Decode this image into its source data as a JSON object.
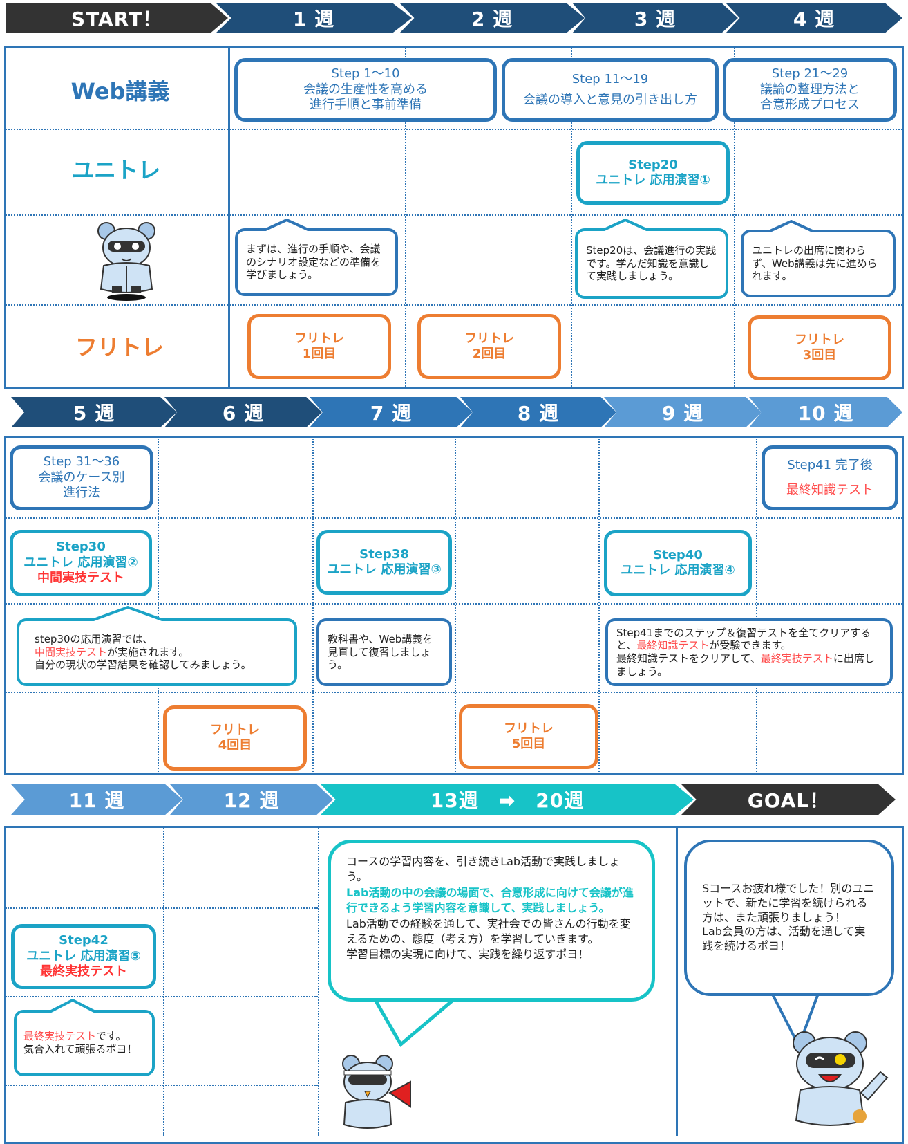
{
  "row1": {
    "chevrons": [
      "START！",
      "1 週",
      "2 週",
      "3 週",
      "4 週"
    ],
    "labels": {
      "web": "Web講義",
      "uni": "ユニトレ",
      "fri": "フリトレ"
    },
    "web": [
      {
        "l1": "Step 1～10",
        "l2": "会議の生産性を高める",
        "l3": "進行手順と事前準備"
      },
      {
        "l1": "Step 11～19",
        "l2": "会議の導入と意見の引き出し方"
      },
      {
        "l1": "Step 21～29",
        "l2": "議論の整理方法と",
        "l3": "合意形成プロセス"
      }
    ],
    "uni": {
      "l1": "Step20",
      "l2": "ユニトレ 応用演習①"
    },
    "bubbles": [
      "まずは、進行の手順や、会議のシナリオ設定などの準備を学びましょう。",
      "Step20は、会議進行の実践です。学んだ知識を意識して実践しましょう。",
      "ユニトレの出席に関わらず、Web講義は先に進められます。"
    ],
    "fri": [
      {
        "l1": "フリトレ",
        "l2": "1回目"
      },
      {
        "l1": "フリトレ",
        "l2": "2回目"
      },
      {
        "l1": "フリトレ",
        "l2": "3回目"
      }
    ]
  },
  "row2": {
    "chevrons": [
      "5 週",
      "6 週",
      "7 週",
      "8 週",
      "9 週",
      "10 週"
    ],
    "web1": {
      "l1": "Step 31～36",
      "l2": "会議のケース別",
      "l3": "進行法"
    },
    "web2": {
      "l1": "Step41 完了後",
      "l2": "最終知識テスト"
    },
    "uni": [
      {
        "l1": "Step30",
        "l2": "ユニトレ 応用演習②",
        "l3": "中間実技テスト"
      },
      {
        "l1": "Step38",
        "l2": "ユニトレ 応用演習③"
      },
      {
        "l1": "Step40",
        "l2": "ユニトレ 応用演習④"
      }
    ],
    "bubble1": {
      "a": "step30の応用演習では、",
      "b": "中間実技テスト",
      "c": "が実施されます。",
      "d": "自分の現状の学習結果を確認してみましょう。"
    },
    "bubble2": "教科書や、Web講義を見直して復習しましょう。",
    "bubble3": {
      "a": "Step41までのステップ＆復習テストを全てクリアすると、",
      "b": "最終知識テスト",
      "c": "が受験できます。",
      "d": "最終知識テストをクリアして、",
      "e": "最終実技テスト",
      "f": "に出席しましょう。"
    },
    "fri": [
      {
        "l1": "フリトレ",
        "l2": "4回目"
      },
      {
        "l1": "フリトレ",
        "l2": "5回目"
      }
    ]
  },
  "row3": {
    "chevrons": [
      "11 週",
      "12 週",
      "13週　➡　20週",
      "GOAL！"
    ],
    "uni": {
      "l1": "Step42",
      "l2": "ユニトレ 応用演習⑤",
      "l3": "最終実技テスト"
    },
    "bubble1": {
      "a": "最終実技テスト",
      "b": "です。",
      "c": "気合入れて頑張るポヨ！"
    },
    "lab": {
      "p1": "コースの学習内容を、引き続きLab活動で実践しましょう。",
      "p2": "Lab活動の中の会議の場面で、合意形成に向けて会議が進行できるよう学習内容を意識して、実践しましょう。",
      "p3": "Lab活動での経験を通して、実社会での皆さんの行動を変えるための、態度（考え方）を学習していきます。",
      "p4": "学習目標の実現に向けて、実践を繰り返すポヨ！"
    },
    "goal": {
      "p1": "Sコースお疲れ様でした！別のユニットで、新たに学習を続けられる方は、また頑張りましょう！",
      "p2": "Lab会員の方は、活動を通して実践を続けるポヨ！"
    }
  },
  "colors": {
    "dark": "#1f4e79",
    "mid": "#2e75b6",
    "light": "#5b9bd5",
    "teal": "#17c3c7",
    "orange": "#ed7d31",
    "red": "#ff4d4d"
  }
}
